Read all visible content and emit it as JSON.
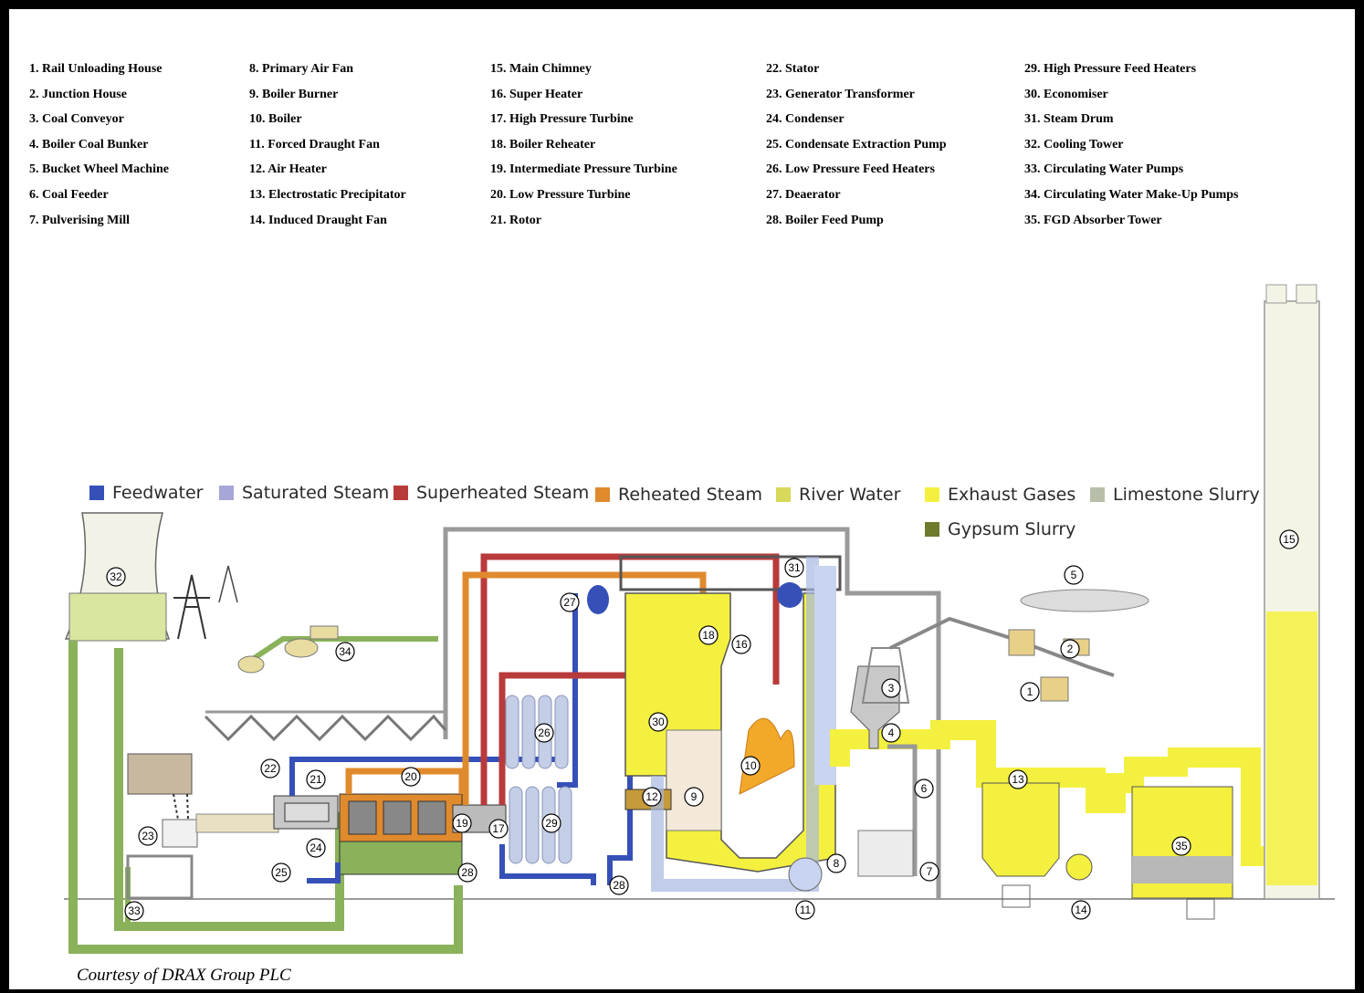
{
  "key": {
    "col1": [
      "1. Rail Unloading House",
      "2. Junction House",
      "3. Coal Conveyor",
      "4. Boiler Coal Bunker",
      "5. Bucket Wheel Machine",
      "6. Coal Feeder",
      "7. Pulverising Mill"
    ],
    "col2": [
      "8. Primary Air Fan",
      "9. Boiler Burner",
      "10. Boiler",
      "11. Forced Draught Fan",
      "12. Air Heater",
      "13. Electrostatic Precipitator",
      "14. Induced Draught Fan"
    ],
    "col3": [
      "15. Main Chimney",
      "16. Super Heater",
      "17. High Pressure Turbine",
      "18. Boiler Reheater",
      "19. Intermediate Pressure Turbine",
      "20. Low Pressure Turbine",
      "21. Rotor"
    ],
    "col4": [
      "22. Stator",
      "23. Generator Transformer",
      "24. Condenser",
      "25. Condensate Extraction Pump",
      "26. Low Pressure Feed Heaters",
      "27. Deaerator",
      "28. Boiler Feed Pump"
    ],
    "col5": [
      "29. High Pressure Feed Heaters",
      "30. Economiser",
      "31. Steam Drum",
      "32. Cooling Tower",
      "33. Circulating Water Pumps",
      "34. Circulating Water Make-Up Pumps",
      "35. FGD Absorber Tower"
    ]
  },
  "legend": [
    {
      "label": "Feedwater",
      "color": "#3650b8"
    },
    {
      "label": "Saturated Steam",
      "color": "#a6a6d8"
    },
    {
      "label": "Superheated Steam",
      "color": "#b83a3a"
    },
    {
      "label": "Reheated Steam",
      "color": "#e08a2e"
    },
    {
      "label": "River Water",
      "color": "#d8d85a"
    },
    {
      "label": "Exhaust Gases",
      "color": "#f4f040"
    },
    {
      "label": "Limestone Slurry",
      "color": "#b8bfa8"
    },
    {
      "label": "Gypsum Slurry",
      "color": "#6e7a2c"
    }
  ],
  "markers": [
    "1",
    "2",
    "3",
    "4",
    "5",
    "6",
    "7",
    "8",
    "9",
    "10",
    "11",
    "12",
    "13",
    "14",
    "15",
    "16",
    "17",
    "18",
    "19",
    "20",
    "21",
    "22",
    "23",
    "24",
    "25",
    "26",
    "27",
    "28",
    "28",
    "29",
    "30",
    "31",
    "32",
    "33",
    "34",
    "35"
  ],
  "credit": "Courtesy of DRAX Group PLC"
}
